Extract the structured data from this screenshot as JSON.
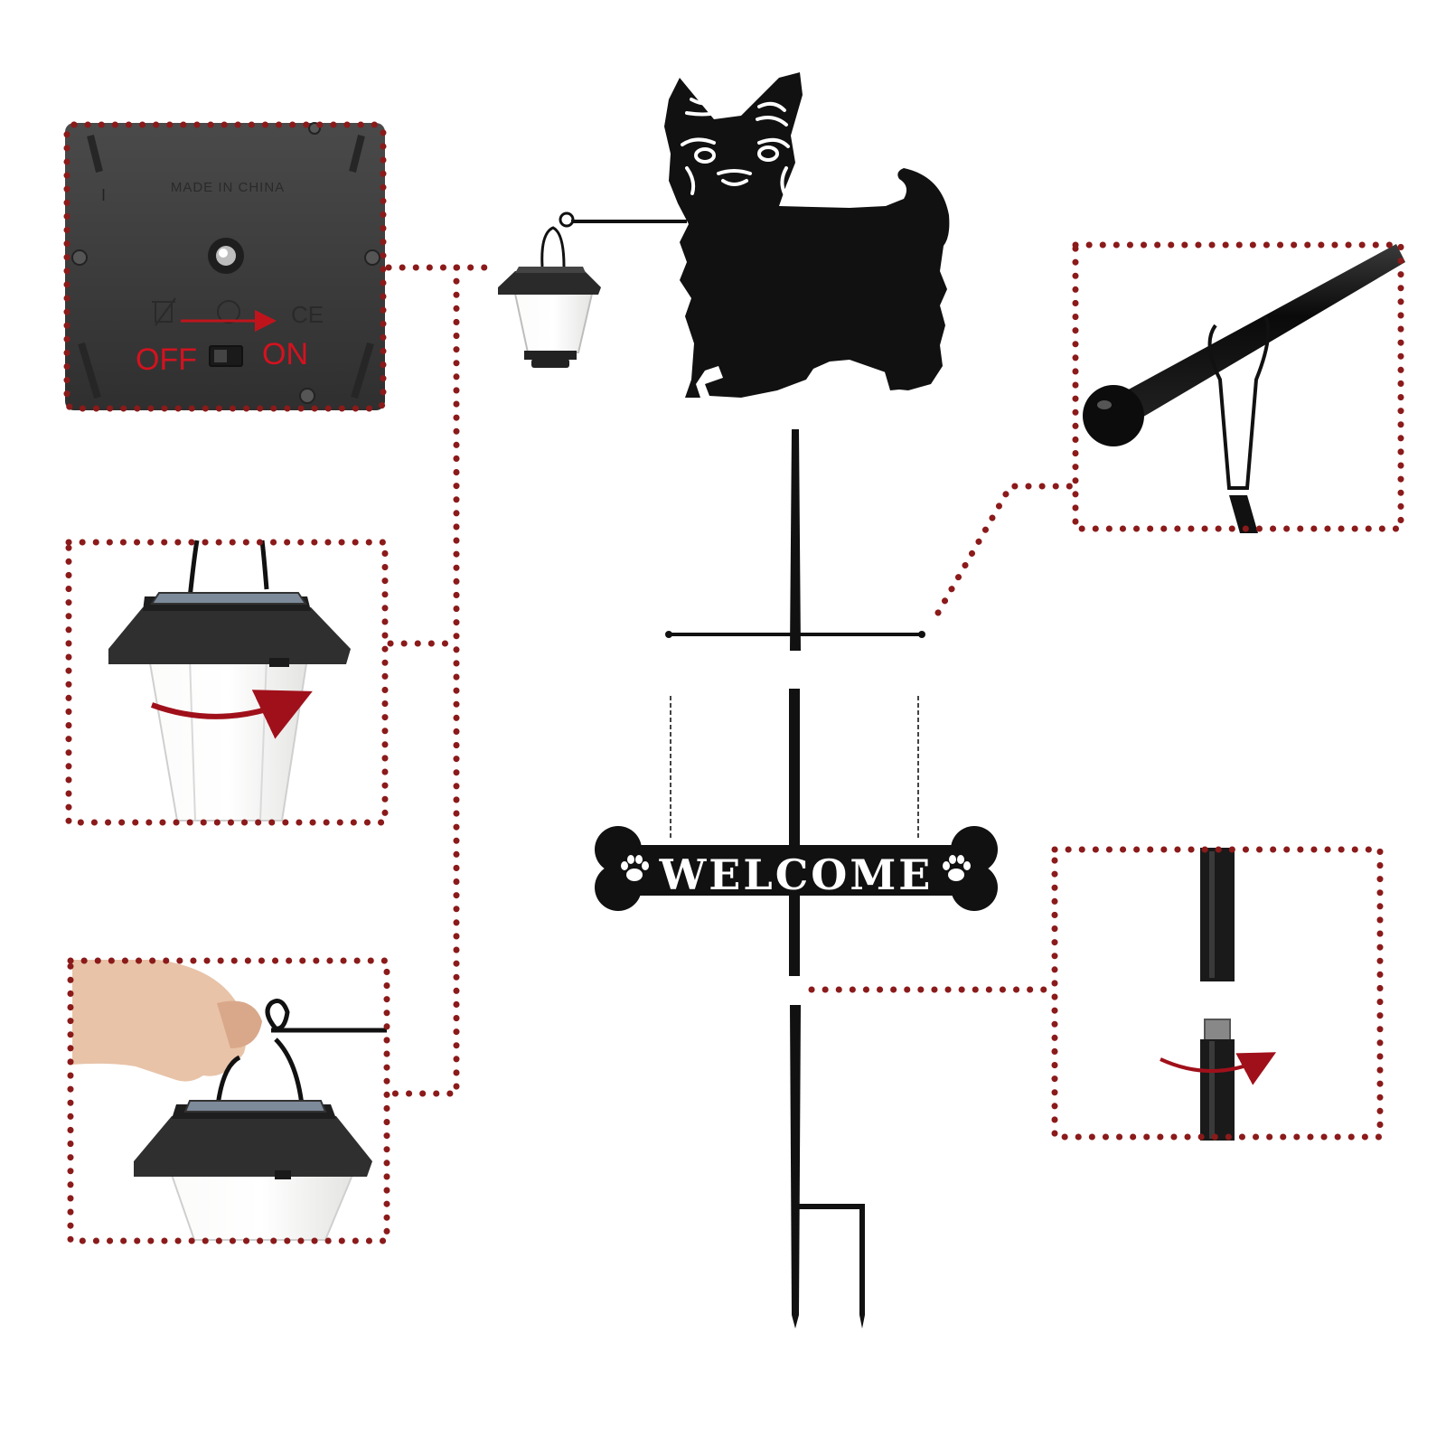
{
  "colors": {
    "dotted_frame": "#8b1a1a",
    "switch_arrow": "#c0141c",
    "label_red": "#d4121f",
    "black": "#111111",
    "housing_gray": "#3a3a3a",
    "lantern_shade": "#f2f2f0"
  },
  "battery_panel": {
    "made_in": "MADE IN CHINA",
    "off_label": "OFF",
    "on_label": "ON",
    "ce_mark": "CE",
    "roman_one": "I"
  },
  "sign": {
    "welcome": "WELCOME"
  },
  "icons": [
    "paw-print-icon",
    "rotate-arrow-icon",
    "switch-arrow-icon",
    "recycle-bin-icon",
    "recycle-symbol-icon"
  ]
}
